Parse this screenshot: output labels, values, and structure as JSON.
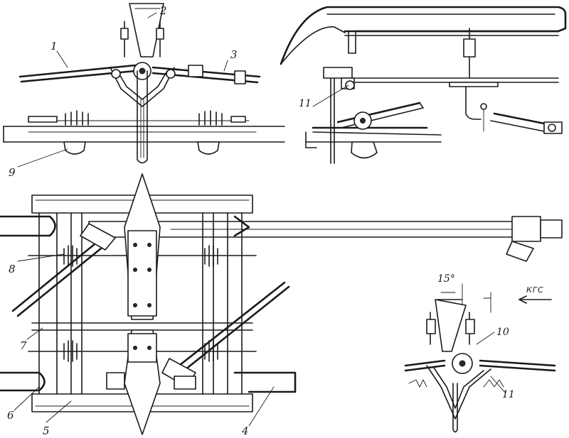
{
  "diagram": {
    "labels": {
      "l1": "1",
      "l2": "2",
      "l3": "3",
      "l4": "4",
      "l5": "5",
      "l6": "6",
      "l7": "7",
      "l8": "8",
      "l9": "9",
      "l10": "10",
      "l11a": "11",
      "l11b": "11"
    },
    "angle_label": "15°",
    "direction_label": "КГС"
  }
}
